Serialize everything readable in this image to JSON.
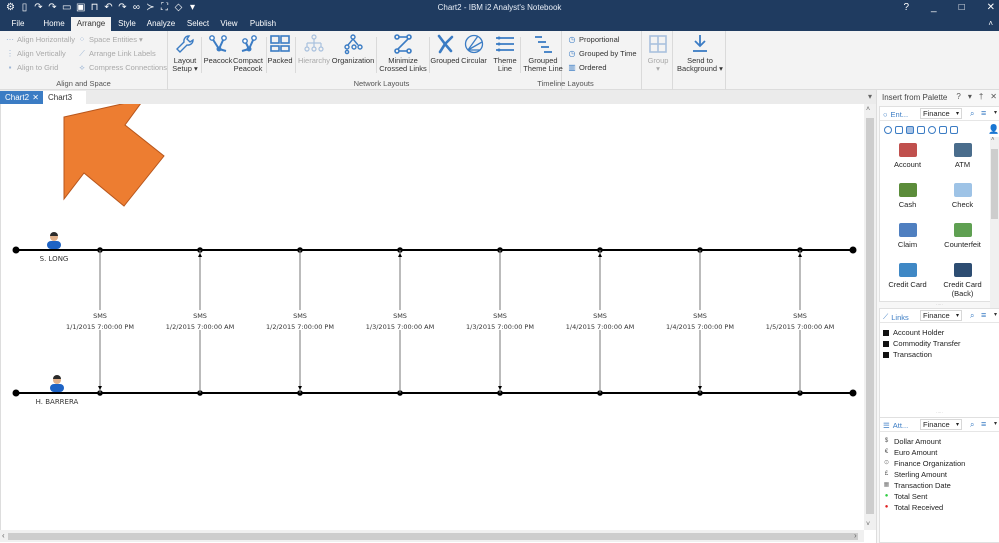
{
  "window": {
    "title": "Chart2 - IBM i2 Analyst's Notebook",
    "controls": [
      "?",
      "_",
      "□",
      "✕"
    ],
    "quick_access_icons": [
      "gear-icon",
      "new-document-icon",
      "undo-link-icon",
      "redo-link-icon",
      "open-folder-icon",
      "save-icon",
      "print-icon",
      "undo-icon",
      "redo-icon",
      "link-icon",
      "connect-icon",
      "select-all-icon",
      "diamond-icon",
      "customize-dropdown-icon"
    ]
  },
  "ribbon_tabs": [
    {
      "label": "File",
      "active": false
    },
    {
      "label": "Home",
      "active": false
    },
    {
      "label": "Arrange",
      "active": true
    },
    {
      "label": "Style",
      "active": false
    },
    {
      "label": "Analyze",
      "active": false
    },
    {
      "label": "Select",
      "active": false
    },
    {
      "label": "View",
      "active": false
    },
    {
      "label": "Publish",
      "active": false
    }
  ],
  "ribbon": {
    "align_space": {
      "label": "Align and Space",
      "buttons": [
        {
          "label": "Align Horizontally",
          "enabled": false
        },
        {
          "label": "Align Vertically",
          "enabled": false
        },
        {
          "label": "Align to Grid",
          "enabled": false
        },
        {
          "label": "Space Entities ▾",
          "enabled": false
        },
        {
          "label": "Arrange Link Labels",
          "enabled": false
        },
        {
          "label": "Compress Connections",
          "enabled": false
        }
      ]
    },
    "layout_setup": {
      "label1": "Layout",
      "label2": "Setup ▾"
    },
    "network_layouts": {
      "label": "Network Layouts",
      "buttons": [
        {
          "label1": "Peacock",
          "label2": ""
        },
        {
          "label1": "Compact",
          "label2": "Peacock"
        },
        {
          "label1": "Packed",
          "label2": ""
        },
        {
          "label1": "Hierarchy",
          "label2": ""
        },
        {
          "label1": "Organization",
          "label2": ""
        },
        {
          "label1": "Minimize",
          "label2": "Crossed Links"
        },
        {
          "label1": "Grouped",
          "label2": ""
        },
        {
          "label1": "Circular",
          "label2": ""
        }
      ]
    },
    "timeline_layouts": {
      "label": "Timeline Layouts",
      "buttons": [
        {
          "label1": "Theme",
          "label2": "Line"
        },
        {
          "label1": "Grouped",
          "label2": "Theme Line"
        }
      ],
      "small": [
        "Proportional",
        "Grouped by Time",
        "Ordered"
      ]
    },
    "group": {
      "label": "Group",
      "caret": "▾"
    },
    "send_to_background": {
      "label1": "Send to",
      "label2": "Background ▾"
    }
  },
  "doc_tabs": [
    {
      "label": "Chart2",
      "active": true,
      "close": "✕"
    },
    {
      "label": "Chart3",
      "active": false
    }
  ],
  "chart": {
    "entities": [
      {
        "name": "S. LONG",
        "type": "person"
      },
      {
        "name": "H. BARRERA",
        "type": "person"
      }
    ],
    "links": [
      {
        "label": "SMS",
        "datetime": "1/1/2015 7:00:00 PM",
        "direction": "down"
      },
      {
        "label": "SMS",
        "datetime": "1/2/2015 7:00:00 AM",
        "direction": "up"
      },
      {
        "label": "SMS",
        "datetime": "1/2/2015 7:00:00 PM",
        "direction": "down"
      },
      {
        "label": "SMS",
        "datetime": "1/3/2015 7:00:00 AM",
        "direction": "up"
      },
      {
        "label": "SMS",
        "datetime": "1/3/2015 7:00:00 PM",
        "direction": "down"
      },
      {
        "label": "SMS",
        "datetime": "1/4/2015 7:00:00 AM",
        "direction": "up"
      },
      {
        "label": "SMS",
        "datetime": "1/4/2015 7:00:00 PM",
        "direction": "down"
      },
      {
        "label": "SMS",
        "datetime": "1/5/2015 7:00:00 AM",
        "direction": "up"
      }
    ],
    "annotation": {
      "shape": "arrow",
      "color": "#ed7d31",
      "stroke": "#b8561c"
    }
  },
  "palette": {
    "title": "Insert from Palette",
    "controls": [
      "?",
      "▾",
      "†",
      "✕"
    ],
    "entities": {
      "tab": "Ent...",
      "set": "Finance",
      "items": [
        {
          "label": "Account",
          "color": "#c0504d"
        },
        {
          "label": "ATM",
          "color": "#4a6d8c"
        },
        {
          "label": "Cash",
          "color": "#5b8c3a"
        },
        {
          "label": "Check",
          "color": "#9ec3e6"
        },
        {
          "label": "Claim",
          "color": "#4f7fc0"
        },
        {
          "label": "Counterfeit",
          "color": "#5fa052"
        },
        {
          "label": "Credit Card",
          "color": "#3f88c5"
        },
        {
          "label": "Credit Card (Back)",
          "color": "#2d4d72"
        }
      ]
    },
    "links": {
      "tab": "Links",
      "set": "Finance",
      "items": [
        "Account Holder",
        "Commodity Transfer",
        "Transaction"
      ]
    },
    "attributes": {
      "tab": "Att...",
      "set": "Finance",
      "items": [
        {
          "label": "Dollar Amount",
          "icon": "$",
          "color": "#555555"
        },
        {
          "label": "Euro Amount",
          "icon": "€",
          "color": "#555555"
        },
        {
          "label": "Finance Organization",
          "icon": "⊙",
          "color": "#777777"
        },
        {
          "label": "Sterling Amount",
          "icon": "£",
          "color": "#555555"
        },
        {
          "label": "Transaction Date",
          "icon": "▦",
          "color": "#777777"
        },
        {
          "label": "Total Sent",
          "icon": "●",
          "color": "#2ecc40"
        },
        {
          "label": "Total Received",
          "icon": "●",
          "color": "#e02020"
        }
      ]
    }
  },
  "colors": {
    "titlebar": "#1f3b60",
    "accent": "#3b7cc4",
    "ribbon_bg": "#f3f3f3"
  }
}
